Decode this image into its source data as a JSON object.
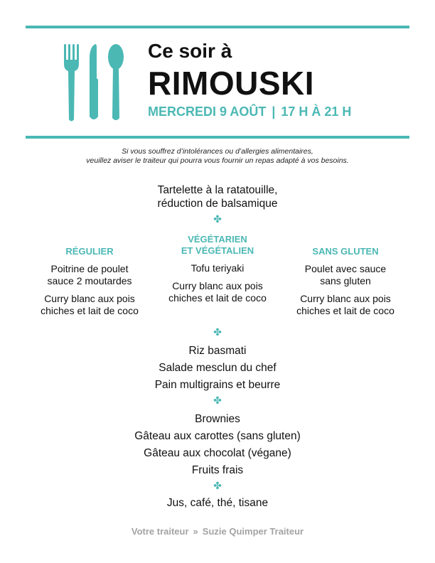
{
  "colors": {
    "accent": "#4bb8b4",
    "text": "#111111",
    "footer": "#a3a3a3"
  },
  "icons": {
    "header": "cutlery-icon",
    "separator": "clover-icon"
  },
  "header": {
    "line1": "Ce soir à",
    "city": "RIMOUSKI",
    "date": "MERCREDI 9 AOÛT",
    "separator": "|",
    "time": "17 H À 21 H"
  },
  "notice": {
    "line1": "Si vous souffrez d’intolérances ou d’allergies alimentaires,",
    "line2": "veuillez aviser le traiteur qui pourra vous fournir un repas adapté à vos besoins."
  },
  "starter": {
    "line1": "Tartelette à la ratatouille,",
    "line2": "réduction de balsamique"
  },
  "separator_glyph": "✤",
  "mains": {
    "regular": {
      "heading": "RÉGULIER",
      "item1_line1": "Poitrine de poulet",
      "item1_line2": "sauce 2 moutardes",
      "item2_line1": "Curry blanc aux pois",
      "item2_line2": "chiches et lait de coco"
    },
    "veg": {
      "heading_line1": "VÉGÉTARIEN",
      "heading_line2": "ET VÉGÉTALIEN",
      "item1_line1": "Tofu teriyaki",
      "item2_line1": "Curry blanc aux pois",
      "item2_line2": "chiches et lait de coco"
    },
    "gluten_free": {
      "heading": "SANS GLUTEN",
      "item1_line1": "Poulet avec sauce",
      "item1_line2": "sans gluten",
      "item2_line1": "Curry blanc aux pois",
      "item2_line2": "chiches et lait de coco"
    }
  },
  "sides": [
    "Riz basmati",
    "Salade mesclun du chef",
    "Pain multigrains et beurre"
  ],
  "desserts": [
    "Brownies",
    "Gâteau aux carottes (sans gluten)",
    "Gâteau aux chocolat (végane)",
    "Fruits frais"
  ],
  "drinks": "Jus, café, thé, tisane",
  "footer": {
    "label": "Votre traiteur",
    "arrow": "»",
    "name": "Suzie Quimper Traiteur"
  }
}
